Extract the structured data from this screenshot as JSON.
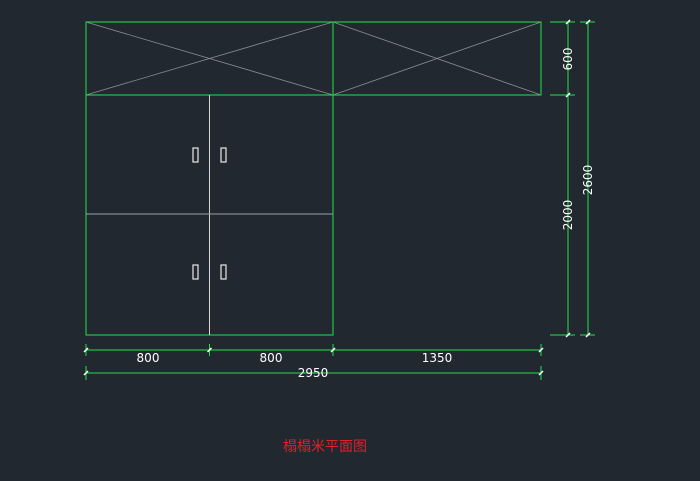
{
  "drawing": {
    "title": "榻榻米平面图",
    "colors": {
      "background": "#212830",
      "outline": "#22e04a",
      "detail": "#d8d8d8",
      "title": "#e0202a"
    }
  },
  "dimensions": {
    "horizontal": [
      "800",
      "800",
      "1350"
    ],
    "total_width": "2950",
    "vertical": [
      "600",
      "2000"
    ],
    "total_height": "2600"
  }
}
